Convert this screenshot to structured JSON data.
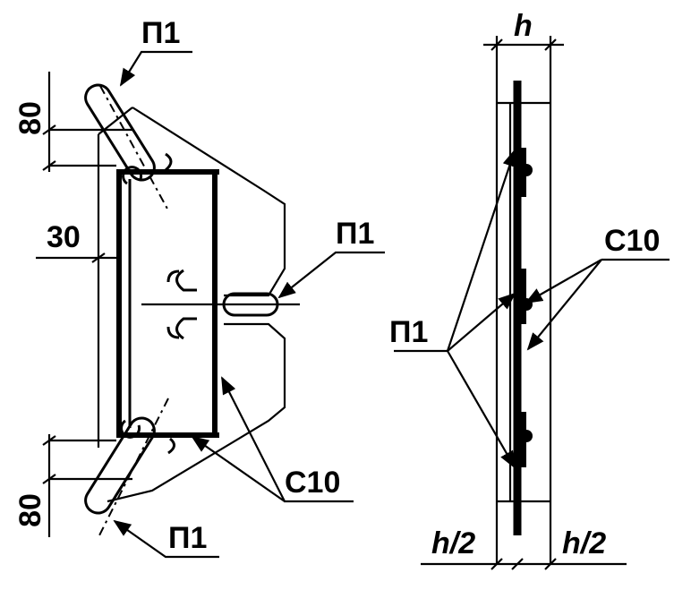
{
  "left_figure": {
    "label_top": "П1",
    "label_middle": "П1",
    "label_bottom": "П1",
    "label_c10": "С10",
    "dim_top": "80",
    "dim_mid": "30",
    "dim_bottom": "80"
  },
  "right_figure": {
    "dim_h": "h",
    "label_c10": "С10",
    "label_p1": "П1",
    "dim_half_left": "h/2",
    "dim_half_right": "h/2"
  }
}
